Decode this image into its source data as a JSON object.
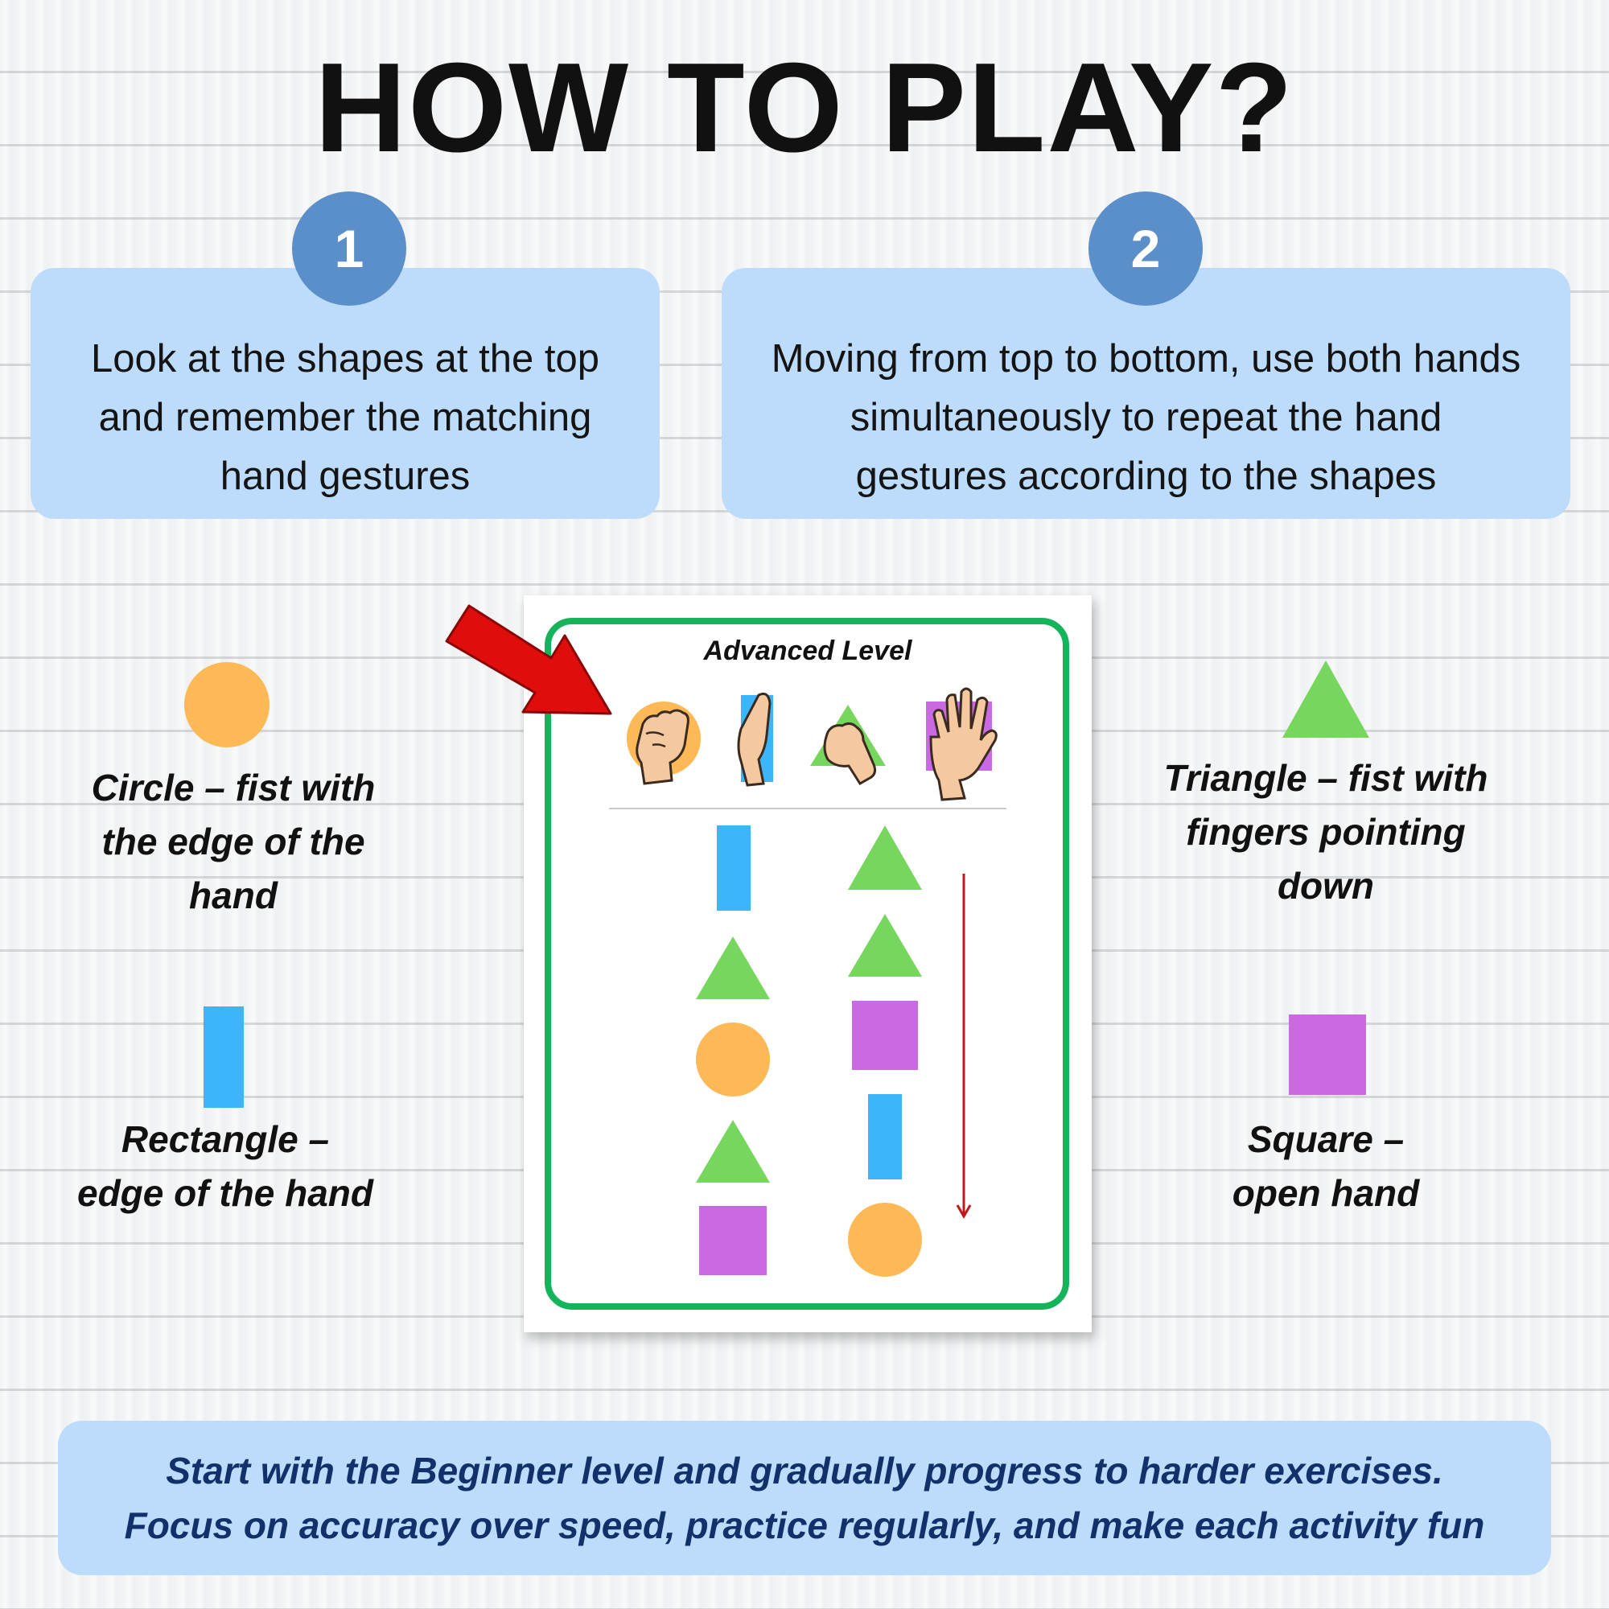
{
  "title": "HOW TO PLAY?",
  "steps": [
    {
      "number": "1",
      "lines": [
        "Look at the shapes at the top",
        "and remember the matching",
        "hand gestures"
      ]
    },
    {
      "number": "2",
      "lines": [
        "Moving from top to bottom, use both hands",
        "simultaneously to repeat the hand",
        "gestures according to the shapes"
      ]
    }
  ],
  "legend": {
    "circle": [
      "Circle – fist with",
      "the edge of the",
      "hand"
    ],
    "rectangle": [
      "Rectangle –",
      "edge of the hand"
    ],
    "triangle": [
      "Triangle – fist with",
      "fingers pointing",
      "down"
    ],
    "square": [
      "Square –",
      "open hand"
    ]
  },
  "card": {
    "title": "Advanced Level",
    "left_column": [
      "rectangle",
      "triangle",
      "circle",
      "triangle",
      "square"
    ],
    "right_column": [
      "triangle",
      "triangle",
      "square",
      "rectangle",
      "circle"
    ]
  },
  "tip": [
    "Start with the Beginner level and gradually progress to harder exercises.",
    "Focus on accuracy over speed, practice regularly, and make each activity fun"
  ],
  "colors": {
    "circle": "#fcb956",
    "rectangle": "#3db5fa",
    "triangle": "#76d65e",
    "square": "#c96ae2",
    "box": "#bddcfb",
    "badge": "#5b8fc9",
    "frame": "#15b45a",
    "arrow": "#e00d0d",
    "tip_text": "#12316b"
  },
  "icons": [
    "red-pointer-arrow-icon",
    "fist-hand-icon",
    "hand-edge-icon",
    "fist-fingers-down-icon",
    "open-hand-icon",
    "down-arrow-icon"
  ]
}
